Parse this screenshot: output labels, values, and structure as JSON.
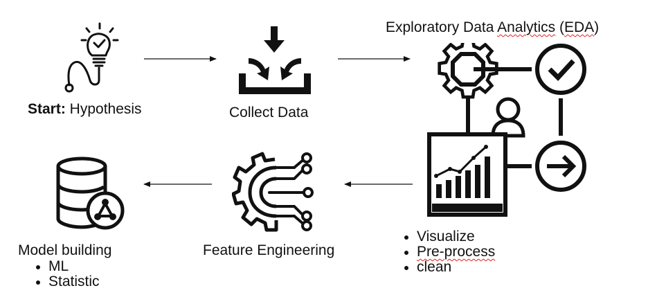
{
  "nodes": {
    "start": {
      "prefix": "Start:",
      "text": " Hypothesis",
      "icon": "lightbulb-idea-icon"
    },
    "collect": {
      "label": "Collect Data",
      "icon": "download-tray-icon"
    },
    "eda": {
      "title_part1": "Exploratory Data ",
      "title_part2": "Analytics",
      "title_part3": " (",
      "title_part4": "EDA",
      "title_part5": ")",
      "icon": "process-dashboard-icon",
      "bullets": [
        "Visualize",
        "Pre-process",
        "clean"
      ]
    },
    "feature": {
      "label": "Feature Engineering",
      "icon": "gear-circuit-icon"
    },
    "model": {
      "label": "Model building",
      "icon": "database-network-icon",
      "bullets": [
        "ML",
        "Statistic"
      ]
    }
  },
  "colors": {
    "ink": "#111111",
    "spellcheck_underline": "#e02020"
  }
}
